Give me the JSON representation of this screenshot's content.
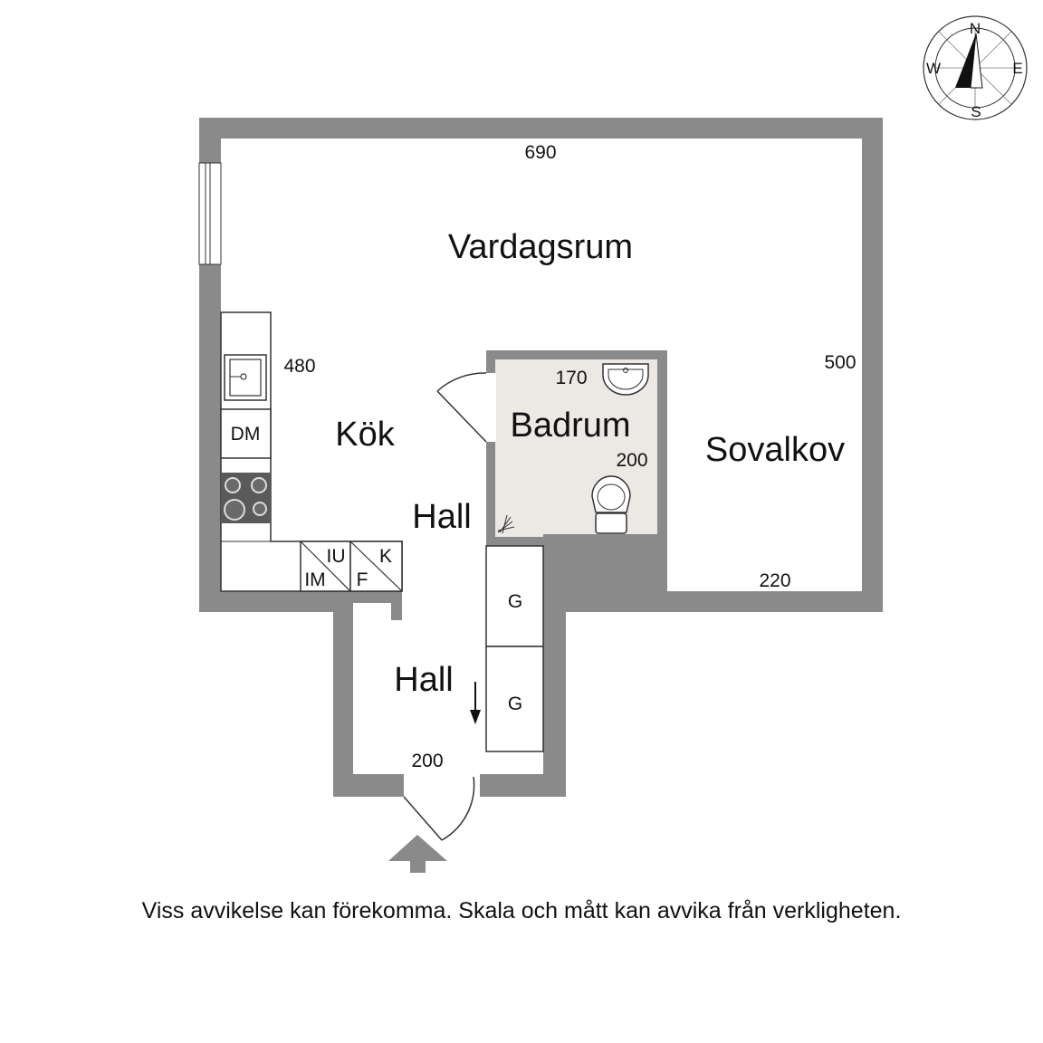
{
  "rooms": {
    "vardagsrum": "Vardagsrum",
    "kok": "Kök",
    "hall_upper": "Hall",
    "hall_lower": "Hall",
    "badrum": "Badrum",
    "sovalkov": "Sovalkov"
  },
  "dimensions": {
    "vardagsrum_width": "690",
    "kok": "480",
    "badrum_width": "170",
    "badrum_depth": "200",
    "sovalkov_depth": "500",
    "sovalkov_width": "220",
    "hall_width": "200"
  },
  "fixtures": {
    "dishwasher": "DM",
    "built_in_unit": "IU",
    "fridge": "K",
    "freezer": "F",
    "im": "IM",
    "wardrobe_1": "G",
    "wardrobe_2": "G"
  },
  "compass": {
    "north": "N",
    "south": "S",
    "east": "E",
    "west": "W"
  },
  "disclaimer": "Viss avvikelse kan förekomma. Skala och mått kan avvika från verkligheten.",
  "colors": {
    "wall": "#8a8a8a",
    "bathroom_floor": "#ece8e4",
    "stove": "#5a5a5a"
  }
}
